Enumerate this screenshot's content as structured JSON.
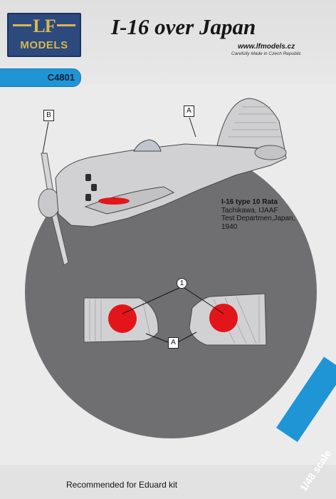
{
  "header": {
    "logo_mark": "LF",
    "logo_text": "MODELS",
    "title": "I-16 over Japan",
    "website": "www.lfmodels.cz",
    "made_in": "Carefully Made in Czech Republic",
    "product_code": "C4801"
  },
  "callouts": {
    "b": "B",
    "a_top": "A",
    "one": "1",
    "a_bottom": "A"
  },
  "aircraft_info": {
    "type": "I-16 type 10 Rata",
    "line1": "Tachikawa, IJAAF",
    "line2": "Test Departmen,Japan,",
    "line3": "1940"
  },
  "footer": {
    "recommended": "Recommended for Eduard kit",
    "scale": "1/48 scale"
  },
  "colors": {
    "mask_circle": "#6f6f71",
    "accent_blue": "#1f95d6",
    "logo_blue": "#2c4a7e",
    "logo_gold": "#d9b64e",
    "hinomaru_red": "#e3151b",
    "aircraft_grey": "#cfcfd1"
  }
}
